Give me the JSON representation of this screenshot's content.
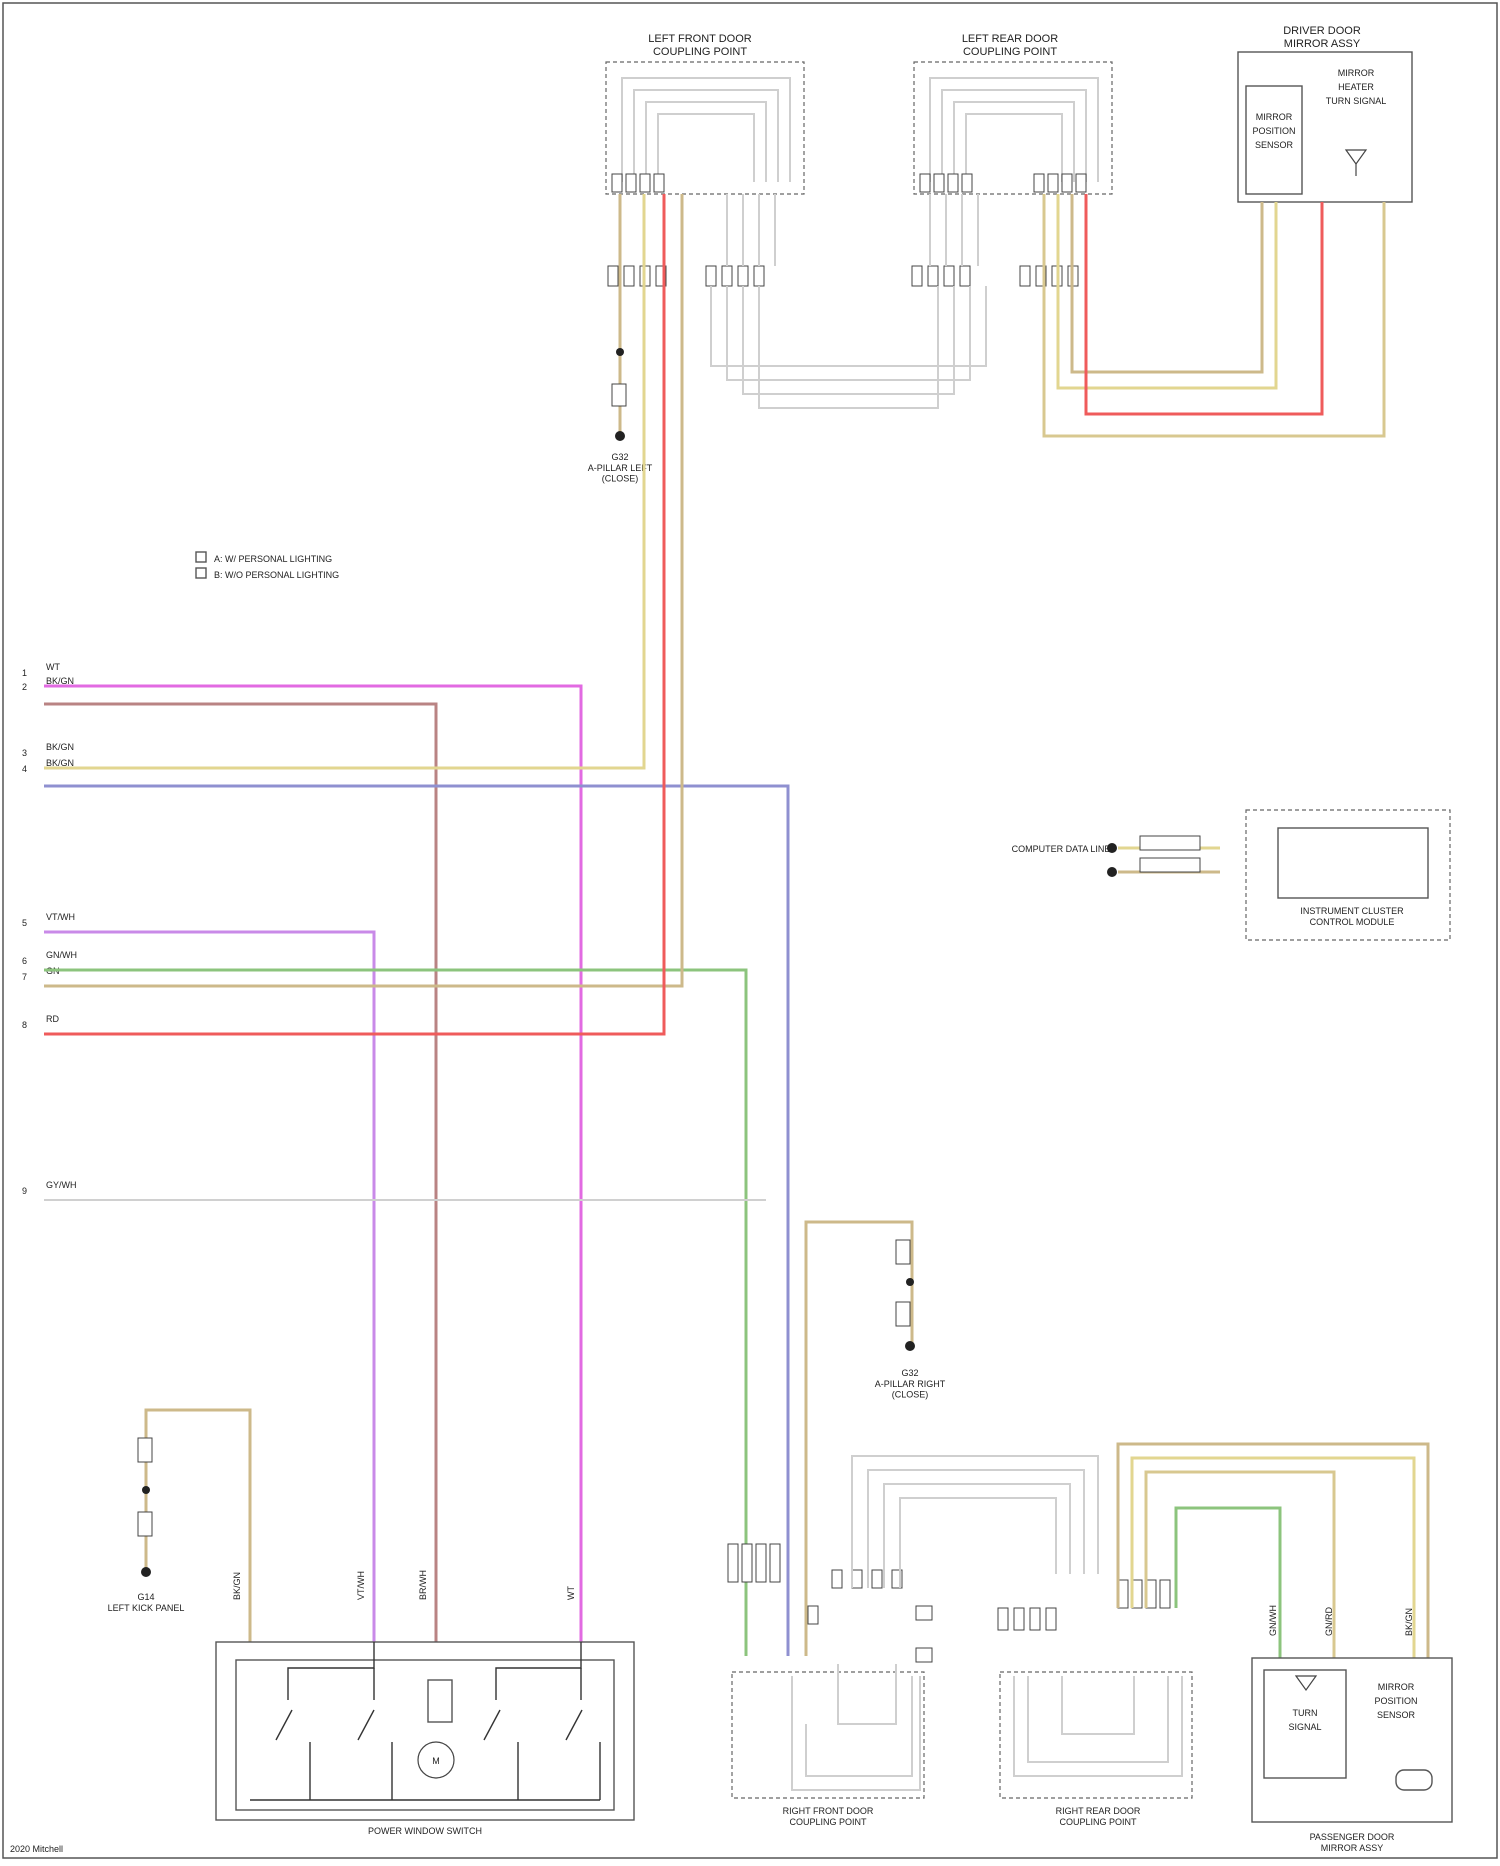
{
  "colors": {
    "tan": "#cdb98a",
    "yellow": "#e2d690",
    "red": "#ef5b5b",
    "magenta": "#e26ae2",
    "violet": "#c98ae8",
    "brown": "#b98383",
    "blue_gray": "#8f90d0",
    "green": "#8cc47d",
    "gray": "#bcbcbc",
    "light": "#d6d6d6"
  },
  "components": {
    "left_front_door": "LEFT FRONT DOOR\nCOUPLING POINT",
    "left_rear_door": "LEFT REAR DOOR\nCOUPLING POINT",
    "driver_door_mirror": "DRIVER DOOR\nMIRROR ASSY",
    "instrument_cluster": "INSTRUMENT CLUSTER\nCONTROL MODULE",
    "power_window_switch": "POWER WINDOW SWITCH",
    "right_front_door": "RIGHT FRONT DOOR\nCOUPLING POINT",
    "right_rear_door": "RIGHT REAR DOOR\nCOUPLING POINT",
    "passenger_door_mirror": "PASSENGER DOOR\nMIRROR ASSY"
  },
  "notes": {
    "legend_a": "A: W/ PERSONAL LIGHTING",
    "legend_b": "B: W/O PERSONAL LIGHTING",
    "ground_top": "G32\nA-PILLAR LEFT\n(CLOSE)",
    "ground_mid": "G32\nA-PILLAR RIGHT\n(CLOSE)",
    "ground_bottom": "G14\nLEFT KICK PANEL",
    "cluster_signal": "COMPUTER DATA LINES",
    "footer": "2020 Mitchell"
  },
  "bus_wires": [
    {
      "label": "WT",
      "pin": "1"
    },
    {
      "label": "BK/GN",
      "pin": "2"
    },
    {
      "label": "BK/GN",
      "pin": "3"
    },
    {
      "label": "BK/GN",
      "pin": "4"
    },
    {
      "label": "VT/WH",
      "pin": "5"
    },
    {
      "label": "GN/WH",
      "pin": "6"
    },
    {
      "label": "GN",
      "pin": "7"
    },
    {
      "label": "RD",
      "pin": "8"
    },
    {
      "label": "GY/WH",
      "pin": "9"
    }
  ]
}
